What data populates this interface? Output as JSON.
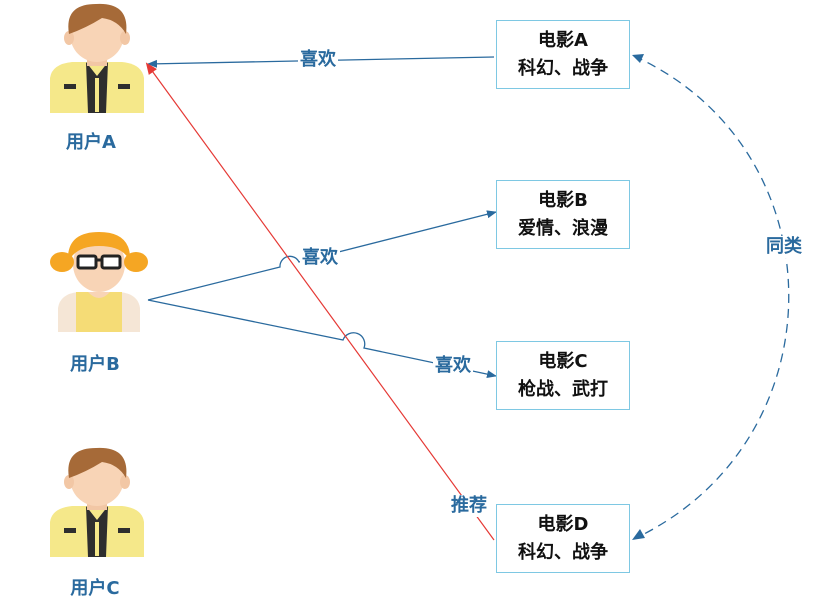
{
  "users": [
    {
      "label": "用户A"
    },
    {
      "label": "用户B"
    },
    {
      "label": "用户C"
    }
  ],
  "movies": [
    {
      "title": "电影A",
      "genre": "科幻、战争"
    },
    {
      "title": "电影B",
      "genre": "爱情、浪漫"
    },
    {
      "title": "电影C",
      "genre": "枪战、武打"
    },
    {
      "title": "电影D",
      "genre": "科幻、战争"
    }
  ],
  "edges": {
    "like_a": "喜欢",
    "like_b": "喜欢",
    "like_c": "喜欢",
    "recommend": "推荐",
    "similar": "同类"
  },
  "colors": {
    "edge": "#2a6a9e",
    "recommend": "#e53935",
    "box_border": "#7ec8e3",
    "label": "#2a6a9e"
  }
}
